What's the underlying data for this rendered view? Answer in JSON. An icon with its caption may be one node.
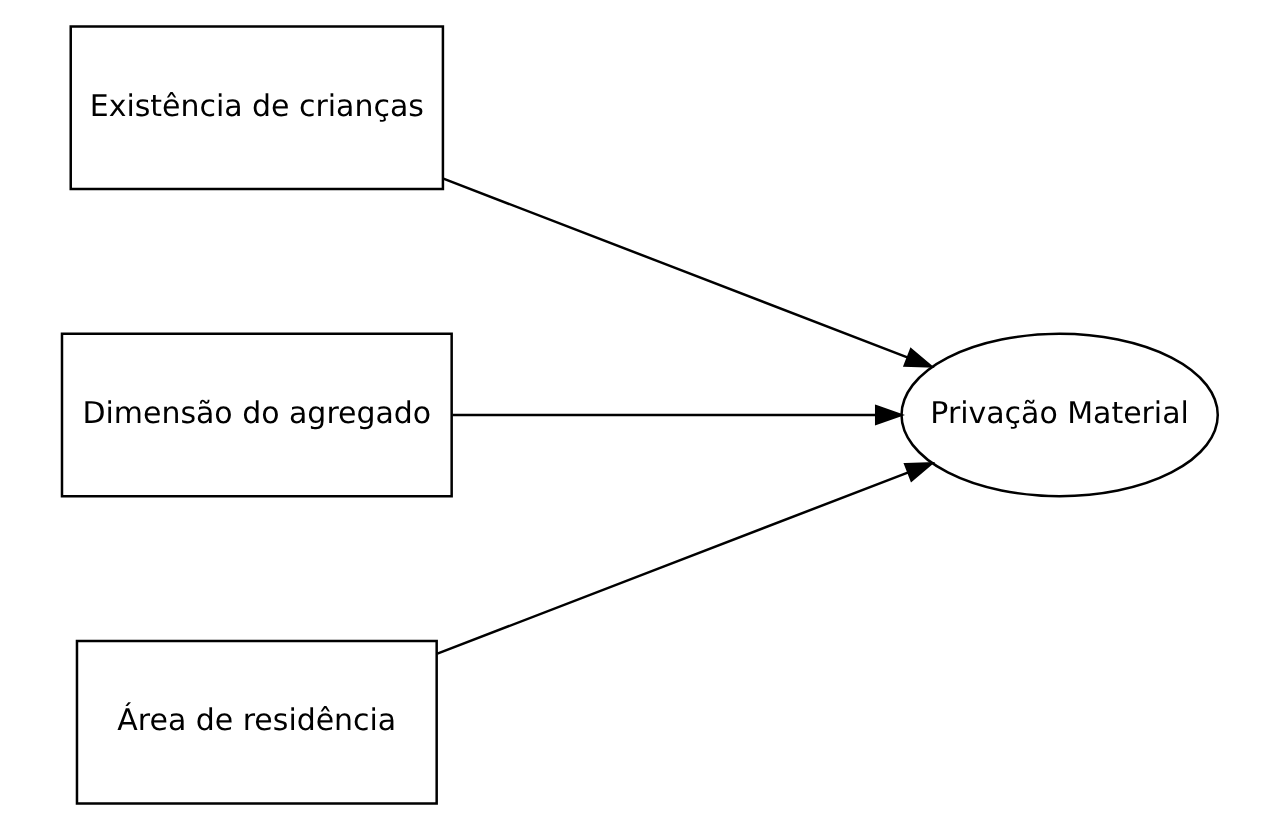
{
  "diagram": {
    "nodes": [
      {
        "text": [
          "Existência de crianças"
        ]
      },
      {
        "text": [
          "Dimensão do agregado"
        ]
      },
      {
        "text": [
          "Área de residência"
        ]
      },
      {
        "text": [
          "Privação Material"
        ]
      }
    ],
    "edges": [
      {
        "from": 0,
        "to": 3,
        "arrow": "to"
      },
      {
        "from": 1,
        "to": 3,
        "arrow": "to"
      },
      {
        "from": 2,
        "to": 3,
        "arrow": "to"
      }
    ]
  }
}
